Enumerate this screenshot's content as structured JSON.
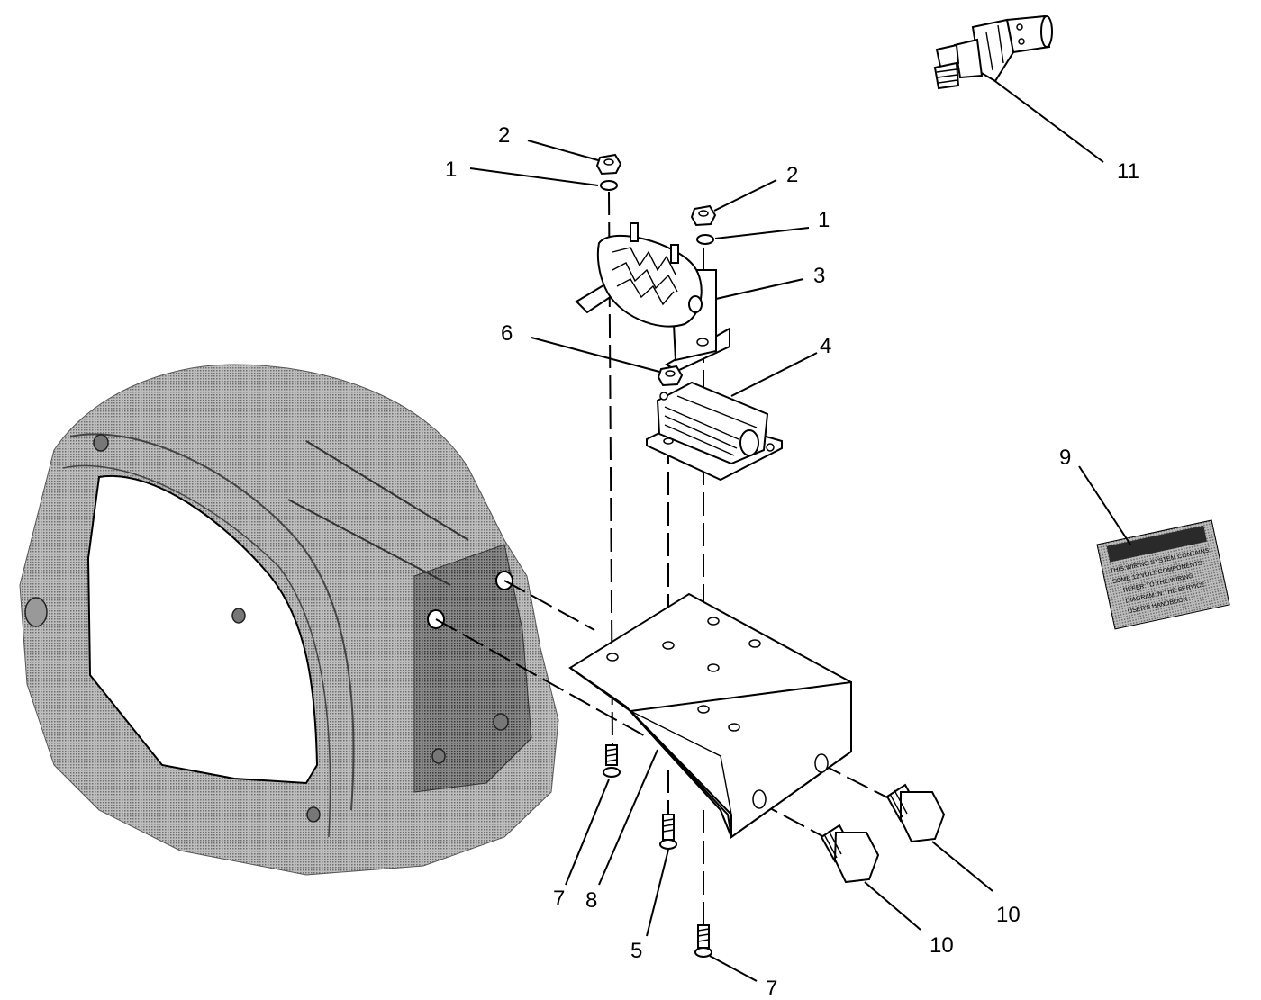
{
  "callouts": {
    "c1a": "1",
    "c2a": "2",
    "c2b": "2",
    "c1b": "1",
    "c3": "3",
    "c6": "6",
    "c4": "4",
    "c9": "9",
    "c11": "11",
    "c7a": "7",
    "c8": "8",
    "c5": "5",
    "c10a": "10",
    "c10b": "10",
    "c7b": "7"
  },
  "decal": {
    "line1": "THIS WIRING SYSTEM CONTAINS",
    "line2": "SOME 12 VOLT COMPONENTS",
    "line3": "REFER TO THE WIRING",
    "line4": "DIAGRAM IN THE SERVICE",
    "line5": "USER'S HANDBOOK"
  },
  "colors": {
    "line": "#000000",
    "housing_screen": "#9a9a9a",
    "background": "#ffffff"
  }
}
